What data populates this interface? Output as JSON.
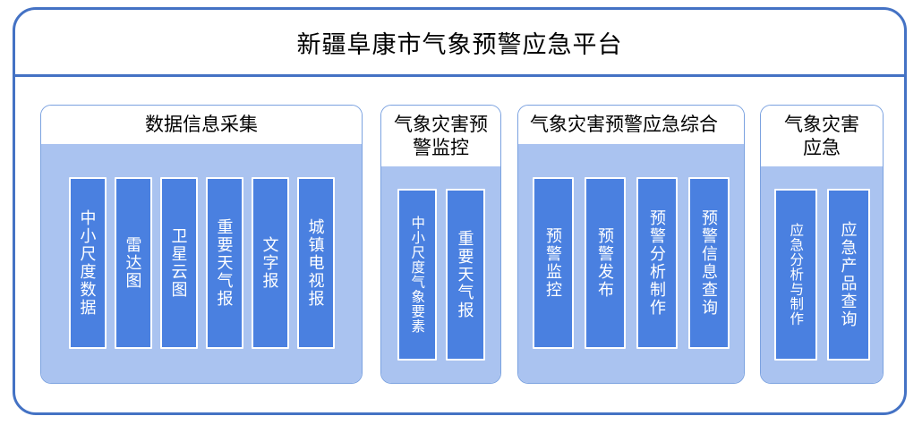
{
  "platform": {
    "title": "新疆阜康市气象预警应急平台",
    "frame_border_color": "#4472c4",
    "panel_fill_color": "#aac3f0",
    "bar_fill_color": "#4a80e0",
    "bar_border_color": "#ffffff",
    "bar_text_color": "#ffffff",
    "header_text_color": "#000000"
  },
  "groups": [
    {
      "id": "data-collection",
      "header": "数据信息采集",
      "header_align": "center",
      "items": [
        {
          "label": "中小尺度数据",
          "size": "normal"
        },
        {
          "label": "雷达图",
          "size": "normal"
        },
        {
          "label": "卫星云图",
          "size": "normal"
        },
        {
          "label": "重要天气报",
          "size": "normal"
        },
        {
          "label": "文字报",
          "size": "normal"
        },
        {
          "label": "城镇电视报",
          "size": "normal"
        }
      ]
    },
    {
      "id": "disaster-warning-monitor",
      "header": "气象灾害预\n警监控",
      "header_align": "center",
      "items": [
        {
          "label": "中小尺度气象要素",
          "size": "small"
        },
        {
          "label": "重要天气报",
          "size": "normal"
        }
      ]
    },
    {
      "id": "warning-emergency-integrated",
      "header": "气象灾害预警应急综合",
      "header_align": "left",
      "items": [
        {
          "label": "预警监控",
          "size": "normal"
        },
        {
          "label": "预警发布",
          "size": "normal"
        },
        {
          "label": "预警分析制作",
          "size": "normal"
        },
        {
          "label": "预警信息查询",
          "size": "normal"
        }
      ]
    },
    {
      "id": "disaster-emergency",
      "header": "气象灾害\n应急",
      "header_align": "center",
      "items": [
        {
          "label": "应急分析与制作",
          "size": "small"
        },
        {
          "label": "应急产品查询",
          "size": "normal"
        }
      ]
    }
  ]
}
